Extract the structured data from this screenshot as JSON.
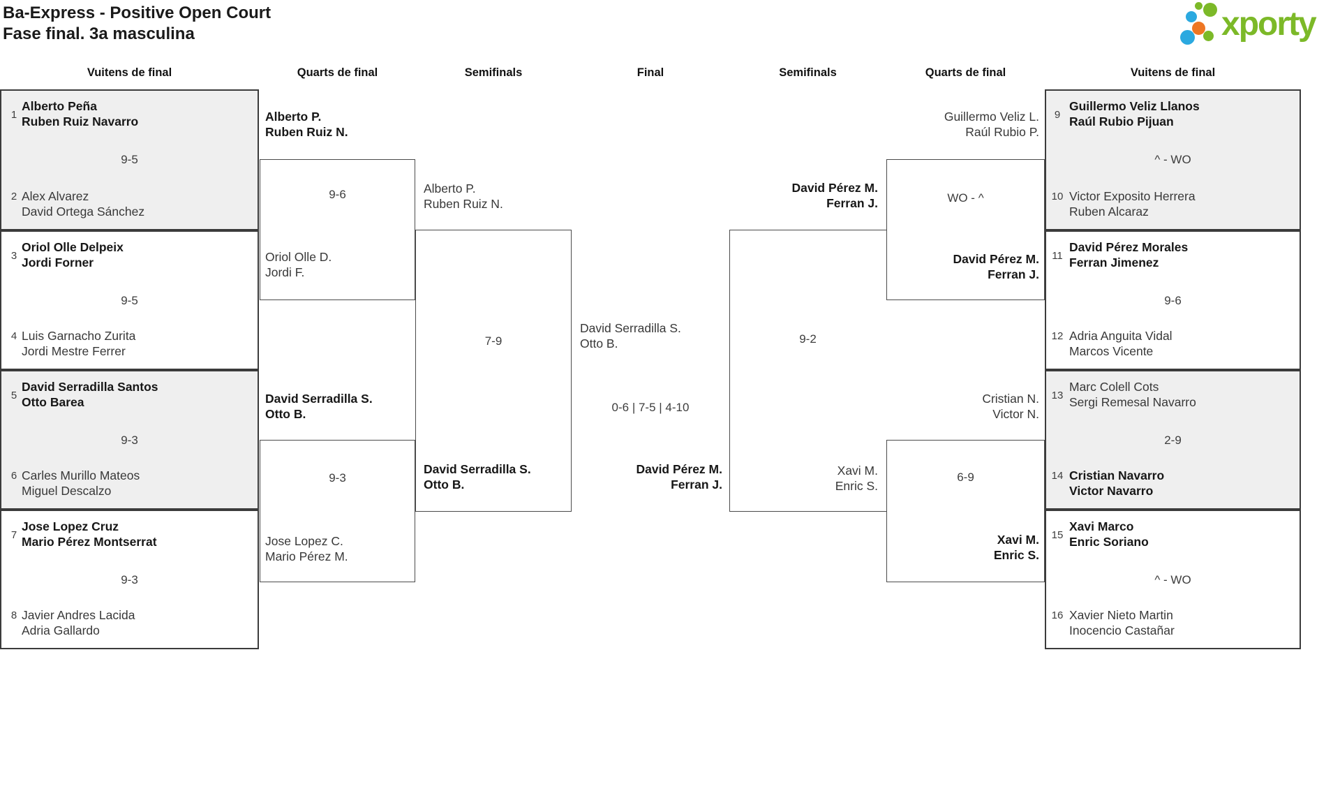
{
  "header": {
    "title": "Ba-Express - Positive Open Court",
    "subtitle": "Fase final. 3a masculina"
  },
  "brand": {
    "name": "xporty",
    "green": "#7cb928",
    "blue": "#2ba9e0",
    "orange": "#ee7623"
  },
  "rounds": {
    "r16_left": "Vuitens de final",
    "qf_left": "Quarts de final",
    "sf_left": "Semifinals",
    "final": "Final",
    "sf_right": "Semifinals",
    "qf_right": "Quarts de final",
    "r16_right": "Vuitens de final"
  },
  "r16": [
    {
      "seed1": "1",
      "t1": [
        "Alberto Peña",
        "Ruben Ruiz Navarro"
      ],
      "score": "9-5",
      "seed2": "2",
      "t2": [
        "Alex Alvarez",
        "David Ortega Sánchez"
      ],
      "winner": "top"
    },
    {
      "seed1": "3",
      "t1": [
        "Oriol Olle Delpeix",
        "Jordi Forner"
      ],
      "score": "9-5",
      "seed2": "4",
      "t2": [
        "Luis Garnacho Zurita",
        "Jordi Mestre Ferrer"
      ],
      "winner": "top"
    },
    {
      "seed1": "5",
      "t1": [
        "David Serradilla Santos",
        "Otto Barea"
      ],
      "score": "9-3",
      "seed2": "6",
      "t2": [
        "Carles Murillo Mateos",
        "Miguel Descalzo"
      ],
      "winner": "top"
    },
    {
      "seed1": "7",
      "t1": [
        "Jose Lopez Cruz",
        "Mario Pérez Montserrat"
      ],
      "score": "9-3",
      "seed2": "8",
      "t2": [
        "Javier Andres Lacida",
        "Adria Gallardo"
      ],
      "winner": "top"
    },
    {
      "seed1": "9",
      "t1": [
        "Guillermo Veliz Llanos",
        "Raúl Rubio Pijuan"
      ],
      "score": "^ - WO",
      "seed2": "10",
      "t2": [
        "Victor Exposito Herrera",
        "Ruben Alcaraz"
      ],
      "winner": "top"
    },
    {
      "seed1": "11",
      "t1": [
        "David Pérez Morales",
        "Ferran Jimenez"
      ],
      "score": "9-6",
      "seed2": "12",
      "t2": [
        "Adria Anguita Vidal",
        "Marcos Vicente"
      ],
      "winner": "top"
    },
    {
      "seed1": "13",
      "t1": [
        "Marc Colell Cots",
        "Sergi Remesal Navarro"
      ],
      "score": "2-9",
      "seed2": "14",
      "t2": [
        "Cristian Navarro",
        "Victor Navarro"
      ],
      "winner": "bottom"
    },
    {
      "seed1": "15",
      "t1": [
        "Xavi Marco",
        "Enric Soriano"
      ],
      "score": "^ - WO",
      "seed2": "16",
      "t2": [
        "Xavier Nieto Martin",
        "Inocencio Castañar"
      ],
      "winner": "top"
    }
  ],
  "qf": [
    {
      "top": [
        "Alberto P.",
        "Ruben Ruiz N."
      ],
      "score": "9-6",
      "bottom": [
        "Oriol Olle D.",
        "Jordi F."
      ],
      "winner": "top"
    },
    {
      "top": [
        "David Serradilla S.",
        "Otto B."
      ],
      "score": "9-3",
      "bottom": [
        "Jose Lopez C.",
        "Mario Pérez M."
      ],
      "winner": "top"
    },
    {
      "top": [
        "Guillermo Veliz L.",
        "Raúl Rubio P."
      ],
      "score": "WO - ^",
      "bottom": [
        "David Pérez M.",
        "Ferran J."
      ],
      "winner": "bottom"
    },
    {
      "top": [
        "Cristian N.",
        "Victor N."
      ],
      "score": "6-9",
      "bottom": [
        "Xavi M.",
        "Enric S."
      ],
      "winner": "bottom"
    }
  ],
  "sf": [
    {
      "top": [
        "Alberto P.",
        "Ruben Ruiz N."
      ],
      "score": "7-9",
      "bottom": [
        "David Serradilla S.",
        "Otto B."
      ],
      "winner": "bottom"
    },
    {
      "top": [
        "David Pérez M.",
        "Ferran J."
      ],
      "score": "9-2",
      "bottom": [
        "Xavi M.",
        "Enric S."
      ],
      "winner": "top"
    }
  ],
  "final": {
    "top": [
      "David Serradilla S.",
      "Otto B."
    ],
    "score": "0-6 | 7-5 | 4-10",
    "bottom": [
      "David Pérez M.",
      "Ferran J."
    ],
    "winner": "bottom"
  }
}
